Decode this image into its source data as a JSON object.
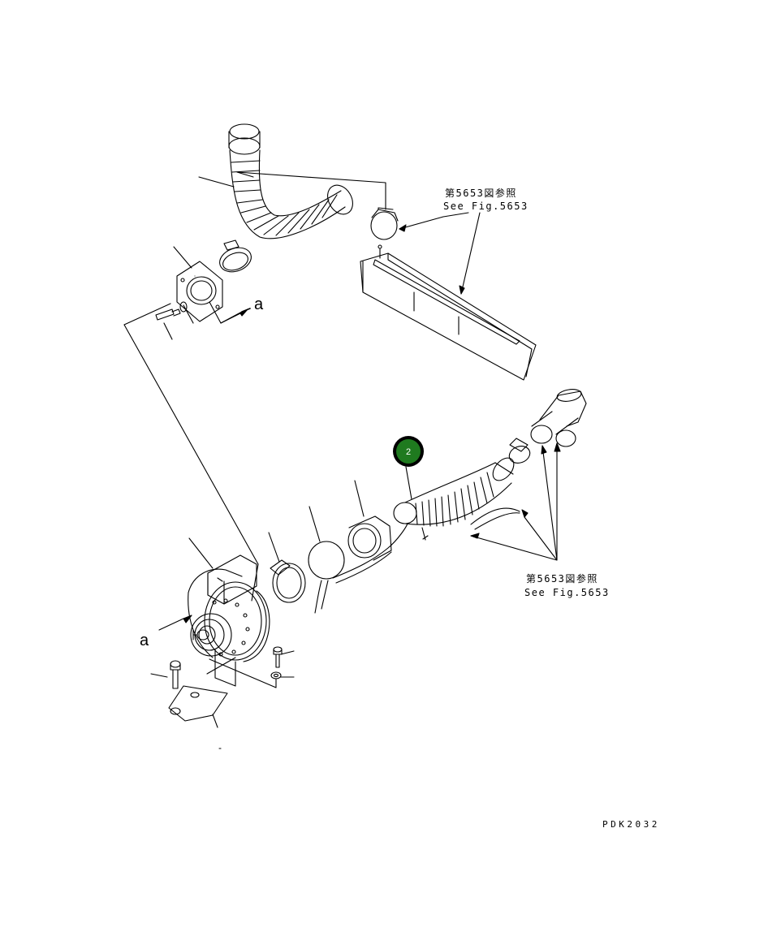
{
  "references": [
    {
      "jp": "第5653図参照",
      "en": "See Fig.5653"
    },
    {
      "jp": "第5653図参照",
      "en": "See Fig.5653"
    }
  ],
  "view_labels": [
    "a",
    "a"
  ],
  "callout": {
    "number": "2",
    "fill": "#1f7a1f"
  },
  "drawing_code": "PDK2032",
  "colors": {
    "line": "#000000",
    "background": "#ffffff",
    "callout": "#1f7a1f"
  }
}
